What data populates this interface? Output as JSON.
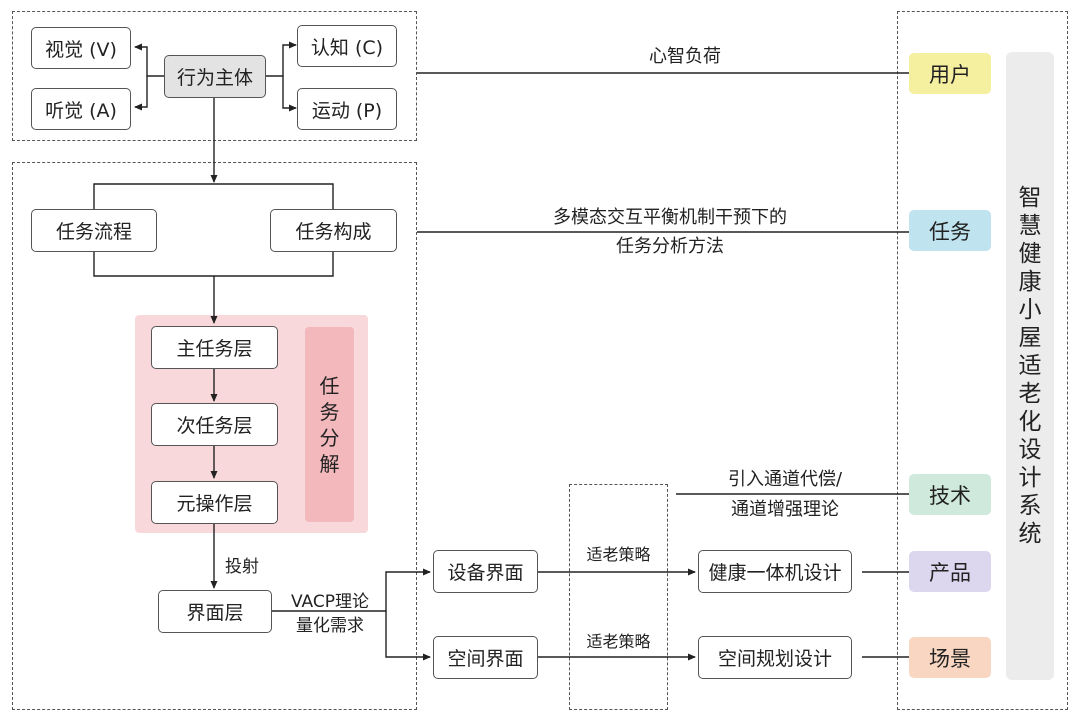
{
  "colors": {
    "user": "#f5f0a0",
    "task": "#bfe3ef",
    "tech": "#cfe9dd",
    "product": "#dcd6ee",
    "scene": "#f8d6c2",
    "decomp_bg": "#f8d8da",
    "decomp_bar": "#f2b8bc",
    "actor_bg": "#e3e3e3",
    "system_bar": "#ececec"
  },
  "top": {
    "actor": "行为主体",
    "vision": "视觉 (V)",
    "hearing": "听觉 (A)",
    "cognition": "认知 (C)",
    "motion": "运动 (P)"
  },
  "task_block": {
    "flow": "任务流程",
    "composition": "任务构成",
    "main_layer": "主任务层",
    "sub_layer": "次任务层",
    "meta_layer": "元操作层",
    "decomposition": [
      "任",
      "务",
      "分",
      "解"
    ],
    "projection_label": "投射",
    "interface_layer": "界面层",
    "vacp_line1": "VACP理论",
    "vacp_line2": "量化需求"
  },
  "interfaces": {
    "device": "设备界面",
    "space": "空间界面",
    "strategy_top": "适老策略",
    "strategy_bottom": "适老策略",
    "product_design": "健康一体机设计",
    "space_design": "空间规划设计"
  },
  "links": {
    "mental_load": "心智负荷",
    "task_method_line1": "多模态交互平衡机制干预下的",
    "task_method_line2": "任务分析方法",
    "tech_line1": "引入通道代偿/",
    "tech_line2": "通道增强理论"
  },
  "categories": {
    "user": "用户",
    "task": "任务",
    "tech": "技术",
    "product": "产品",
    "scene": "场景"
  },
  "system_title": [
    "智",
    "慧",
    "健",
    "康",
    "小",
    "屋",
    "适",
    "老",
    "化",
    "设",
    "计",
    "系",
    "统"
  ]
}
